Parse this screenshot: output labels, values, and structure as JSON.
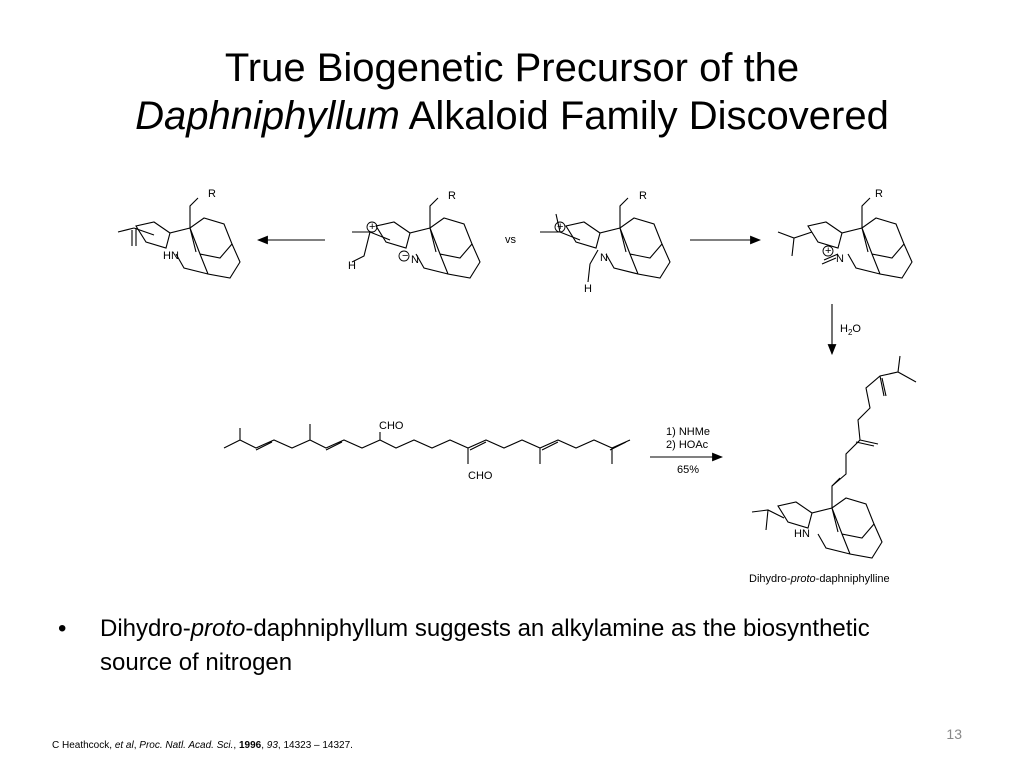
{
  "slide": {
    "title_line1": "True Biogenetic Precursor of the",
    "title_genus": "Daphniphyllum",
    "title_line2_rest": " Alkaloid Family Discovered",
    "page_number": "13"
  },
  "scheme": {
    "vs_label": "vs",
    "reagent_h2o_prefix": "H",
    "reagent_h2o_sub": "2",
    "reagent_h2o_suffix": "O",
    "step1": "1) NHMe",
    "step2": "2) HOAc",
    "yield": "65%",
    "aldehyde_top": "CHO",
    "aldehyde_bottom": "CHO",
    "r_group": "R",
    "amine_hn": "HN",
    "nitrogen": "N",
    "hydrogen": "H",
    "plus_charge": "+",
    "minus_charge": "−",
    "product_prefix": "Dihydro-",
    "product_italic": "proto",
    "product_suffix": "-daphniphylline"
  },
  "bullet": {
    "marker": "•",
    "prefix": "Dihydro-",
    "italic": "proto",
    "rest": "-daphniphyllum suggests an alkylamine as the biosynthetic source of nitrogen"
  },
  "citation": {
    "author": "C Heathcock, ",
    "etal": "et al",
    "journal_sep": ", ",
    "journal": "Proc. Natl. Acad. Sci.",
    "sep1": ", ",
    "year": "1996",
    "sep2": ", ",
    "volume": "93",
    "pages": ", 14323 – 14327."
  }
}
